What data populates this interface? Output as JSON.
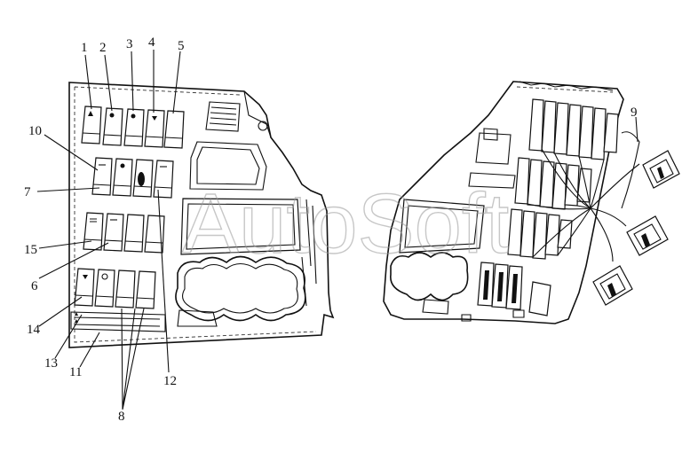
{
  "watermark": "AutoSoft",
  "callouts": [
    {
      "id": "1",
      "label": "1"
    },
    {
      "id": "2",
      "label": "2"
    },
    {
      "id": "3",
      "label": "3"
    },
    {
      "id": "4",
      "label": "4"
    },
    {
      "id": "5",
      "label": "5"
    },
    {
      "id": "10",
      "label": "10"
    },
    {
      "id": "7",
      "label": "7"
    },
    {
      "id": "15",
      "label": "15"
    },
    {
      "id": "6",
      "label": "6"
    },
    {
      "id": "14",
      "label": "14"
    },
    {
      "id": "13",
      "label": "13"
    },
    {
      "id": "11",
      "label": "11"
    },
    {
      "id": "8",
      "label": "8"
    },
    {
      "id": "12",
      "label": "12"
    },
    {
      "id": "9",
      "label": "9"
    }
  ]
}
